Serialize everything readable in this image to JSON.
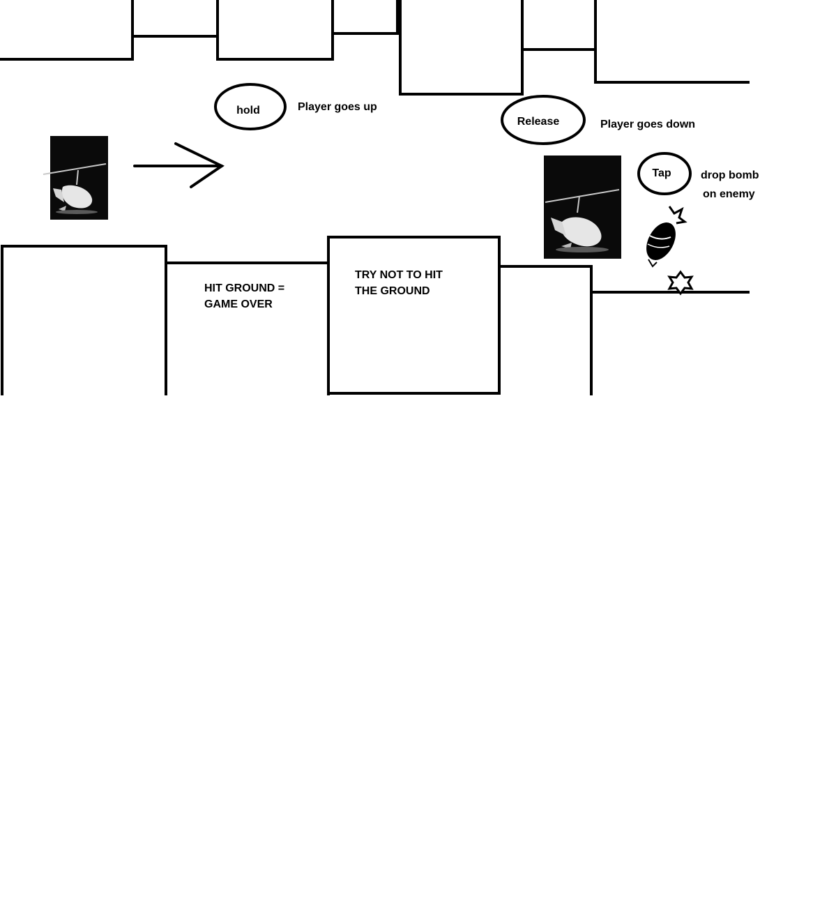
{
  "colors": {
    "ink": "#000000",
    "background": "#ffffff",
    "heli_bg": "#0a0a0a",
    "heli_body": "#e8e8e8"
  },
  "controls": {
    "hold": {
      "button": "hold",
      "description": "Player goes up"
    },
    "release": {
      "button": "Release",
      "description": "Player goes down"
    },
    "tap": {
      "button": "Tap",
      "description_line1": "drop bomb",
      "description_line2": "on enemy"
    }
  },
  "notes": {
    "ground_hit_line1": "HIT GROUND =",
    "ground_hit_line2": "GAME OVER",
    "avoid_line1": "TRY NOT TO HIT",
    "avoid_line2": "THE GROUND"
  },
  "icons": {
    "player": "helicopter-icon",
    "direction": "arrow-right-icon",
    "bomb": "bomb-icon",
    "impact": "star-burst-icon"
  }
}
